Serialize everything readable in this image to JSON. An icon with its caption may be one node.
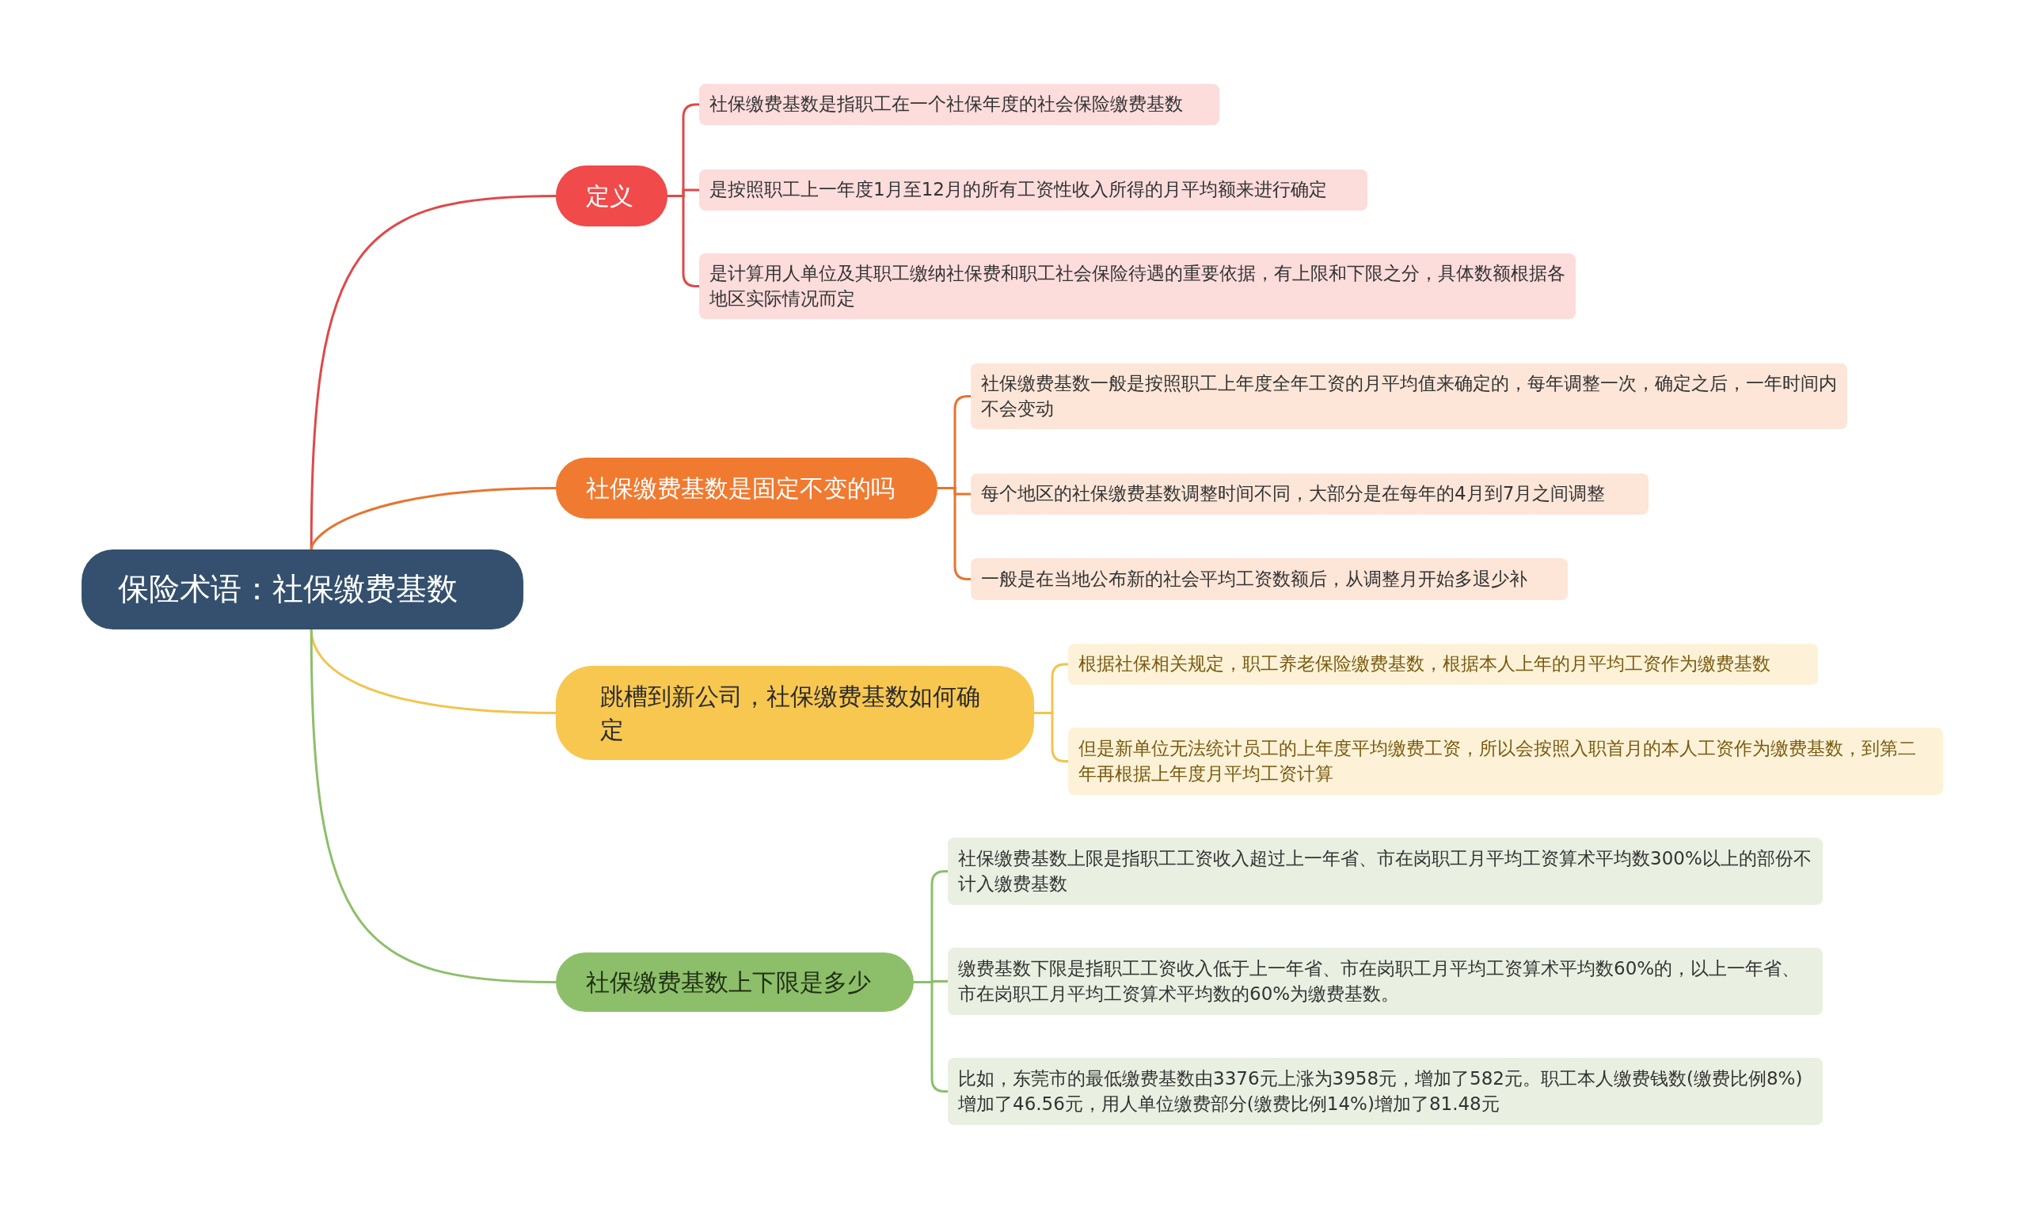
{
  "diagram": {
    "nodes": [
      {
        "text": [
          "保险术语：社保缴费基数"
        ]
      },
      {
        "text": [
          "定义"
        ]
      },
      {
        "text": [
          "社保缴费基数是指职工在一个社保年度的社会保险缴费基数"
        ]
      },
      {
        "text": [
          "是按照职工上一年度1月至12月的所有工资性收入所得的月平均额来进行确定"
        ]
      },
      {
        "text": [
          "是计算用人单位及其职工缴纳社保费和职工社会保险待遇的重要依据，有上限和下限之分，具体数额根据各地区实际情况而定"
        ]
      },
      {
        "text": [
          "社保缴费基数是固定不变的吗"
        ]
      },
      {
        "text": [
          "社保缴费基数一般是按照职工上年度全年工资的月平均值来确定的，每年调整一次，确定之后，一年时间内不会变动"
        ]
      },
      {
        "text": [
          "每个地区的社保缴费基数调整时间不同，大部分是在每年的4月到7月之间调整"
        ]
      },
      {
        "text": [
          "一般是在当地公布新的社会平均工资数额后，从调整月开始多退少补"
        ]
      },
      {
        "text": [
          "跳槽到新公司，社保缴费基数如何确定"
        ]
      },
      {
        "text": [
          "根据社保相关规定，职工养老保险缴费基数，根据本人上年的月平均工资作为缴费基数"
        ]
      },
      {
        "text": [
          "但是新单位无法统计员工的上年度平均缴费工资，所以会按照入职首月的本人工资作为缴费基数，到第二年再根据上年度月平均工资计算"
        ]
      },
      {
        "text": [
          "社保缴费基数上下限是多少"
        ]
      },
      {
        "text": [
          "社保缴费基数上限是指职工工资收入超过上一年省、市在岗职工月平均工资算术平均数300%以上的部份不计入缴费基数"
        ]
      },
      {
        "text": [
          "缴费基数下限是指职工工资收入低于上一年省、市在岗职工月平均工资算术平均数60%的，以上一年省、市在岗职工月平均工资算术平均数的60%为缴费基数。"
        ]
      },
      {
        "text": [
          "比如，东莞市的最低缴费基数由3376元上涨为3958元，增加了582元。职工本人缴费钱数(缴费比例8%)增加了46.56元，用人单位缴费部分(缴费比例14%)增加了81.48元"
        ]
      }
    ],
    "edges": [
      {
        "from": 0,
        "to": 1,
        "arrow": "none",
        "color": "#e04848"
      },
      {
        "from": 1,
        "to": 2,
        "arrow": "none",
        "color": "#e04848"
      },
      {
        "from": 1,
        "to": 3,
        "arrow": "none",
        "color": "#e04848"
      },
      {
        "from": 1,
        "to": 4,
        "arrow": "none",
        "color": "#e04848"
      },
      {
        "from": 0,
        "to": 5,
        "arrow": "none",
        "color": "#e8742e"
      },
      {
        "from": 5,
        "to": 6,
        "arrow": "none",
        "color": "#e8742e"
      },
      {
        "from": 5,
        "to": 7,
        "arrow": "none",
        "color": "#e8742e"
      },
      {
        "from": 5,
        "to": 8,
        "arrow": "none",
        "color": "#e8742e"
      },
      {
        "from": 0,
        "to": 9,
        "arrow": "none",
        "color": "#f2c44c"
      },
      {
        "from": 9,
        "to": 10,
        "arrow": "none",
        "color": "#f2c44c"
      },
      {
        "from": 9,
        "to": 11,
        "arrow": "none",
        "color": "#f2c44c"
      },
      {
        "from": 0,
        "to": 12,
        "arrow": "none",
        "color": "#8dbf6a"
      },
      {
        "from": 12,
        "to": 13,
        "arrow": "none",
        "color": "#8dbf6a"
      },
      {
        "from": 12,
        "to": 14,
        "arrow": "none",
        "color": "#8dbf6a"
      },
      {
        "from": 12,
        "to": 15,
        "arrow": "none",
        "color": "#8dbf6a"
      }
    ]
  }
}
